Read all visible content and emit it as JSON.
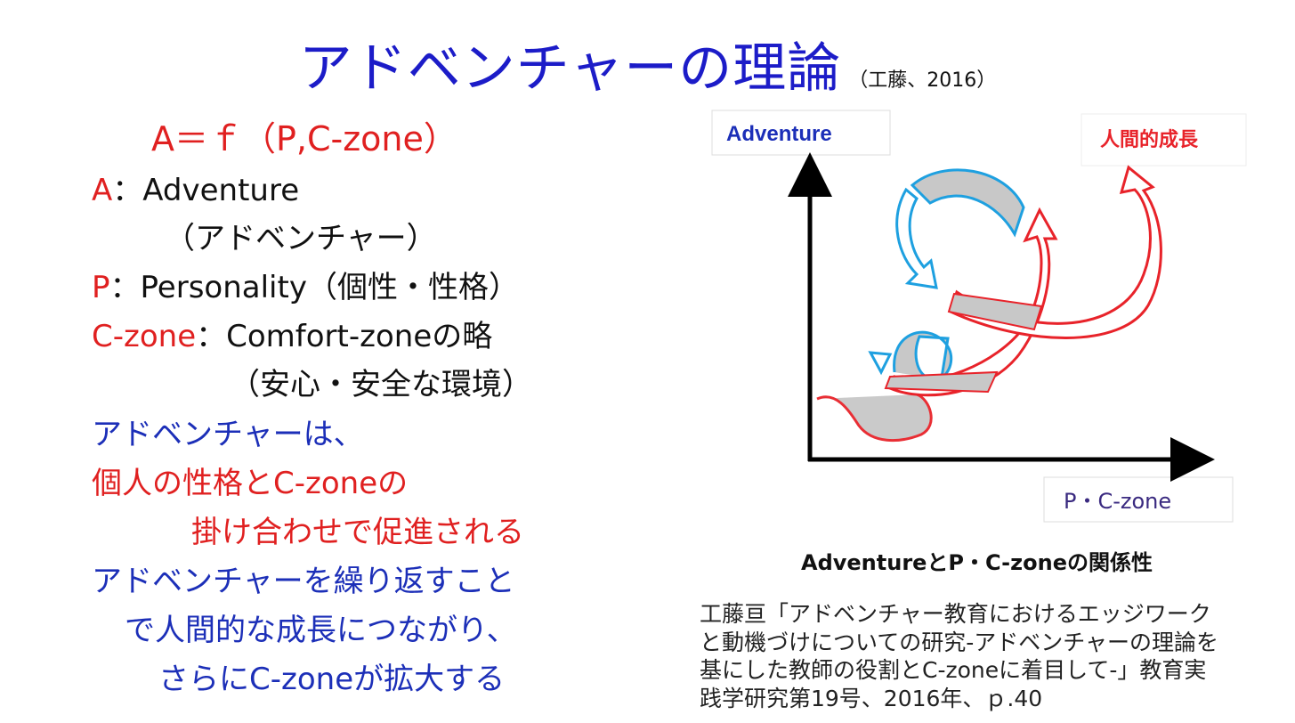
{
  "title": {
    "main": "アドベンチャーの理論",
    "sub": "（工藤、2016）"
  },
  "left": {
    "formula": "A＝ｆ（P,C-zone）",
    "a_key": "A",
    "a_sep": "：",
    "a_val": "Adventure",
    "a_note": "（アドベンチャー）",
    "p_key": "P",
    "p_val": "：Personality（個性・性格）",
    "c_key": "C-zone",
    "c_val": "：Comfort-zoneの略",
    "c_note": "（安心・安全な環境）",
    "s1": "アドベンチャーは、",
    "s2": "個人の性格とC-zoneの",
    "s3": "掛け合わせで促進される",
    "s4": "アドベンチャーを繰り返すこと",
    "s5": "で人間的な成長につながり、",
    "s6": "さらにC-zoneが拡大する"
  },
  "diagram": {
    "y_label": "Adventure",
    "x_label": "P・C-zone",
    "growth_label": "人間的成長",
    "colors": {
      "red": "#e8232a",
      "blue": "#1ea0e0",
      "gray": "#c8c8c8",
      "axis": "#000000"
    }
  },
  "caption": "AdventureとP・C-zoneの関係性",
  "citation": [
    "工藤亘「アドベンチャー教育におけるエッジワーク",
    "と動機づけについての研究-アドベンチャーの理論を",
    "基にした教師の役割とC-zoneに着目して-」教育実",
    "践学研究第19号、2016年、ｐ.40"
  ]
}
